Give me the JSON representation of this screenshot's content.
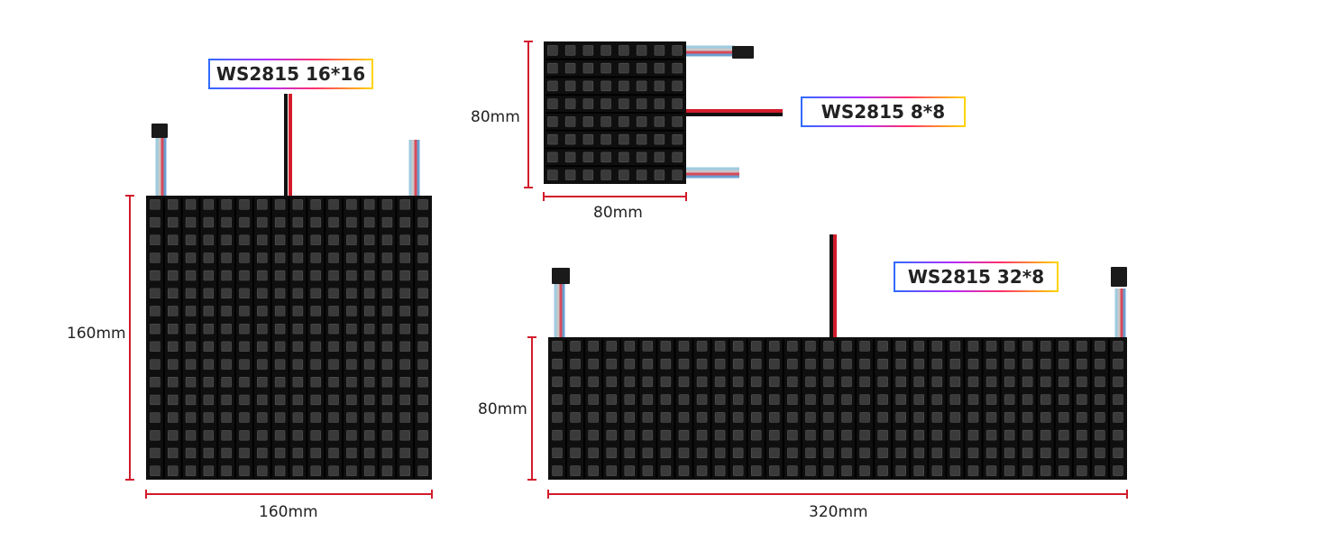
{
  "colors": {
    "dimension_line": "#d21c2c",
    "panel": "#0f0f0f",
    "led": "#3a3a3a"
  },
  "panels": [
    {
      "name": "WS2815 16*16",
      "cols": 16,
      "rows": 16,
      "width": "160mm",
      "height": "160mm"
    },
    {
      "name": "WS2815 8*8",
      "cols": 8,
      "rows": 8,
      "width": "80mm",
      "height": "80mm"
    },
    {
      "name": "WS2815 32*8",
      "cols": 32,
      "rows": 8,
      "width": "320mm",
      "height": "80mm"
    }
  ]
}
